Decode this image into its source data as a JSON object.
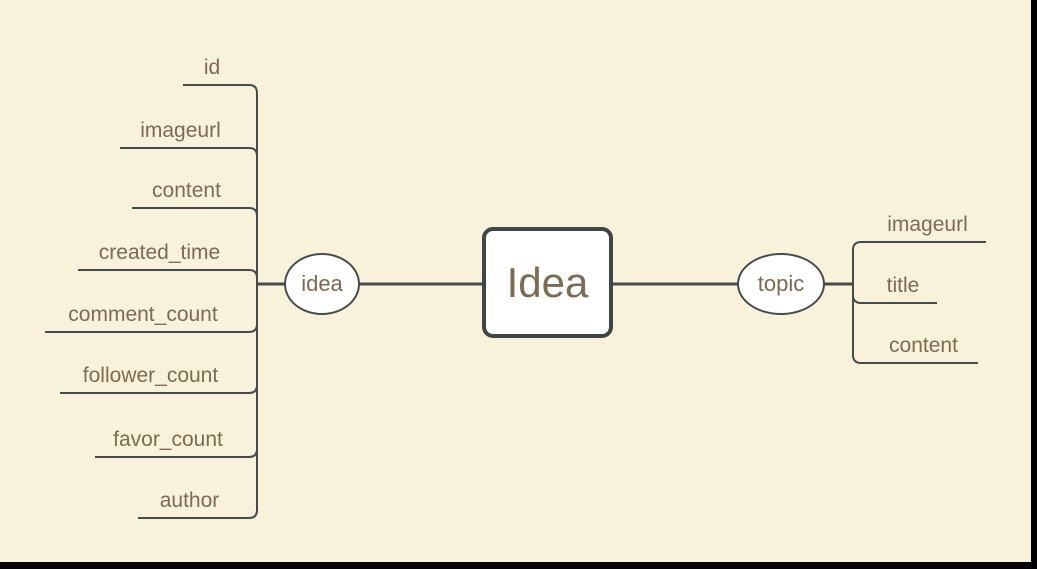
{
  "diagram": {
    "root": {
      "label": "Idea"
    },
    "left_branch": {
      "label": "idea",
      "children": [
        {
          "label": "id"
        },
        {
          "label": "imageurl"
        },
        {
          "label": "content"
        },
        {
          "label": "created_time"
        },
        {
          "label": "comment_count"
        },
        {
          "label": "follower_count"
        },
        {
          "label": "favor_count"
        },
        {
          "label": "author"
        }
      ]
    },
    "right_branch": {
      "label": "topic",
      "children": [
        {
          "label": "imageurl"
        },
        {
          "label": "title"
        },
        {
          "label": "content"
        }
      ]
    },
    "colors": {
      "background": "#F9F2DA",
      "node_fill": "#FFFFFF",
      "line": "#454C4E",
      "text": "#7C6A52",
      "edge_strips": "#000000"
    }
  }
}
